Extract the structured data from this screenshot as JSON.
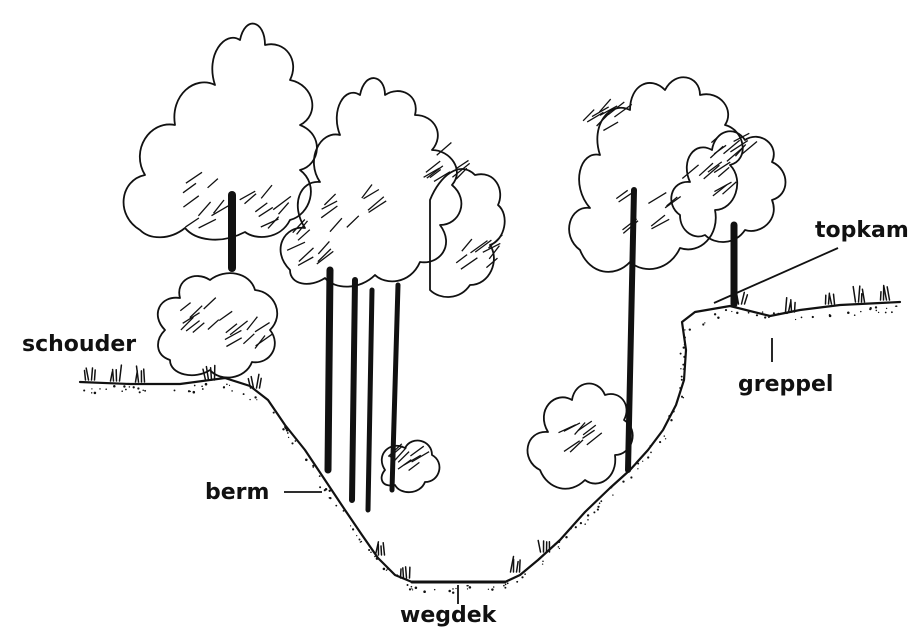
{
  "labels": {
    "schouder": "schouder",
    "topkam": "topkam",
    "greppel": "greppel",
    "berm": "berm",
    "wegdek": "wegdek"
  },
  "colors": {
    "ink": "#111111",
    "paper": "#ffffff"
  }
}
